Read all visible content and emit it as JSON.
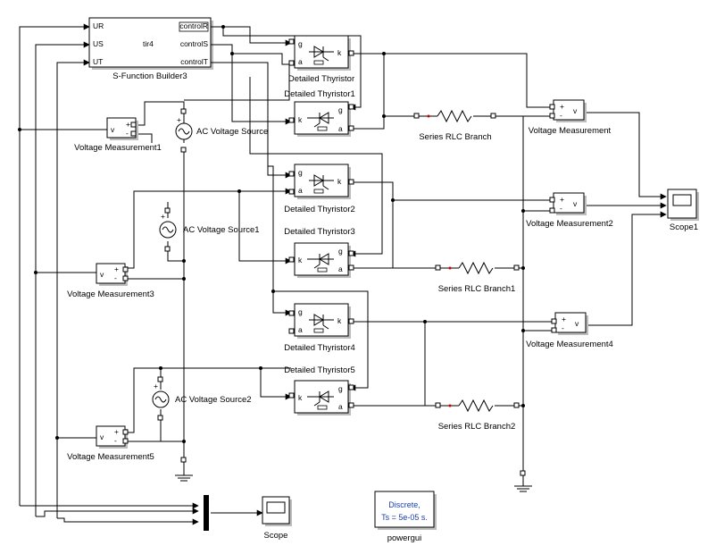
{
  "sfunction": {
    "name": "S-Function Builder3",
    "in_ports": [
      "UR",
      "US",
      "UT"
    ],
    "out_ports": [
      "controlR",
      "controlS",
      "controlT"
    ],
    "inner_label": "tir4"
  },
  "thyristors": [
    {
      "name": "Detailed Thyristor",
      "g": "g",
      "a": "a",
      "k": "k"
    },
    {
      "name": "Detailed Thyristor1",
      "g": "g",
      "a": "a",
      "k": "k"
    },
    {
      "name": "Detailed Thyristor2",
      "g": "g",
      "a": "a",
      "k": "k"
    },
    {
      "name": "Detailed Thyristor3",
      "g": "g",
      "a": "a",
      "k": "k"
    },
    {
      "name": "Detailed Thyristor4",
      "g": "g",
      "a": "a",
      "k": "k"
    },
    {
      "name": "Detailed Thyristor5",
      "g": "g",
      "a": "a",
      "k": "k"
    }
  ],
  "voltage_measurements": [
    {
      "name": "Voltage Measurement",
      "out": "v",
      "plus": "+",
      "minus": "-"
    },
    {
      "name": "Voltage Measurement1",
      "out": "v",
      "plus": "+",
      "minus": "-"
    },
    {
      "name": "Voltage Measurement2",
      "out": "v",
      "plus": "+",
      "minus": "-"
    },
    {
      "name": "Voltage Measurement3",
      "out": "v",
      "plus": "+",
      "minus": "-"
    },
    {
      "name": "Voltage Measurement4",
      "out": "v",
      "plus": "+",
      "minus": "-"
    },
    {
      "name": "Voltage Measurement5",
      "out": "v",
      "plus": "+",
      "minus": "-"
    }
  ],
  "sources": [
    "AC Voltage Source",
    "AC Voltage Source1",
    "AC Voltage Source2"
  ],
  "rlc": [
    "Series RLC Branch",
    "Series RLC Branch1",
    "Series RLC Branch2"
  ],
  "scopes": [
    "Scope",
    "Scope1"
  ],
  "powergui": {
    "name": "powergui",
    "line1": "Discrete,",
    "line2": "Ts = 5e-05 s."
  }
}
